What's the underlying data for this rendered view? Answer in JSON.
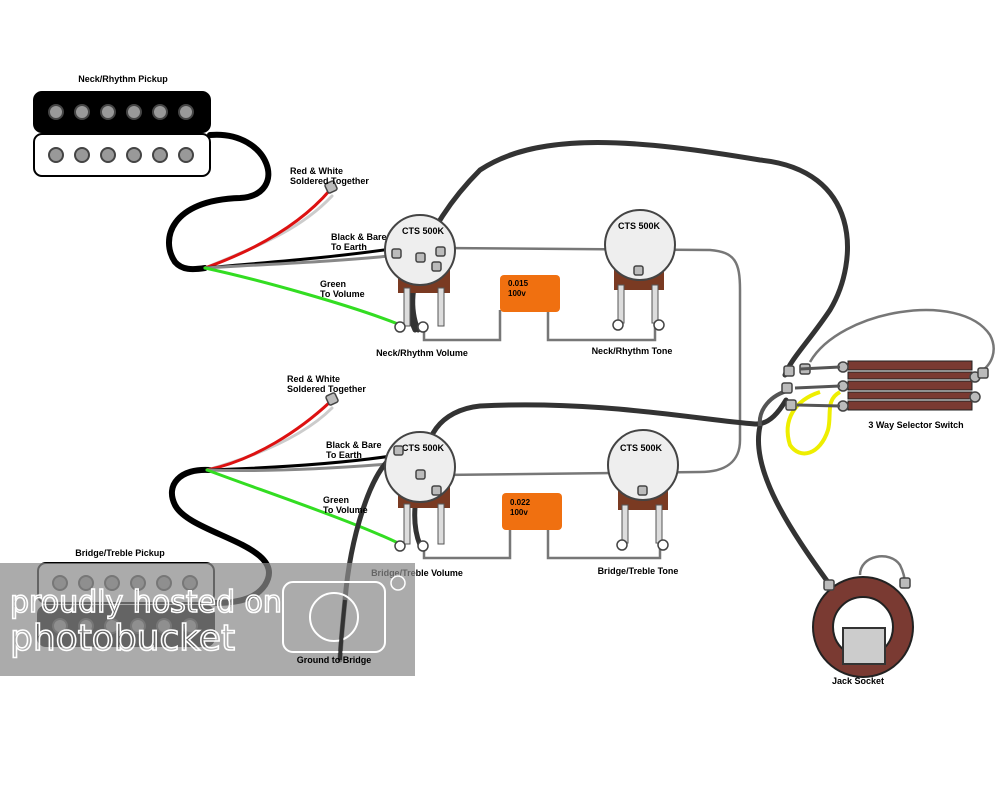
{
  "pickups": {
    "neck": {
      "label": "Neck/Rhythm Pickup"
    },
    "bridge": {
      "label": "Bridge/Treble Pickup"
    }
  },
  "notes": {
    "neck_red_white": [
      "Red & White",
      "Soldered Together"
    ],
    "neck_black_bare": [
      "Black & Bare",
      "To Earth"
    ],
    "neck_green": [
      "Green",
      "To Volume"
    ],
    "bridge_red_white": [
      "Red & White",
      "Soldered Together"
    ],
    "bridge_black_bare": [
      "Black & Bare",
      "To Earth"
    ],
    "bridge_green": [
      "Green",
      "To Volume"
    ]
  },
  "pots": {
    "neck_volume": {
      "text": "CTS 500K",
      "label": "Neck/Rhythm Volume"
    },
    "neck_tone": {
      "text": "CTS 500K",
      "label": "Neck/Rhythm Tone"
    },
    "bridge_volume": {
      "text": "CTS 500K",
      "label": "Bridge/Treble Volume"
    },
    "bridge_tone": {
      "text": "CTS 500K",
      "label": "Bridge/Treble Tone"
    }
  },
  "capacitors": {
    "neck": {
      "value": "0.015",
      "voltage": "100v"
    },
    "bridge": {
      "value": "0.022",
      "voltage": "100v"
    }
  },
  "switch": {
    "label": "3 Way Selector Switch"
  },
  "jack": {
    "label": "Jack Socket"
  },
  "ground": {
    "label": "Ground to Bridge"
  },
  "watermark": {
    "line1": "proudly hosted on",
    "line2": "photobucket"
  },
  "colors": {
    "hot_wire": "#333333",
    "link_wire": "#777777",
    "green_wire": "#33dd22",
    "red_wire": "#dd1111",
    "white_wire": "#cccccc",
    "yellow_wire": "#eeee00",
    "capacitor": "#f07010",
    "pot_lug": "#7a3a22",
    "jack_ring": "#7a3a32"
  }
}
